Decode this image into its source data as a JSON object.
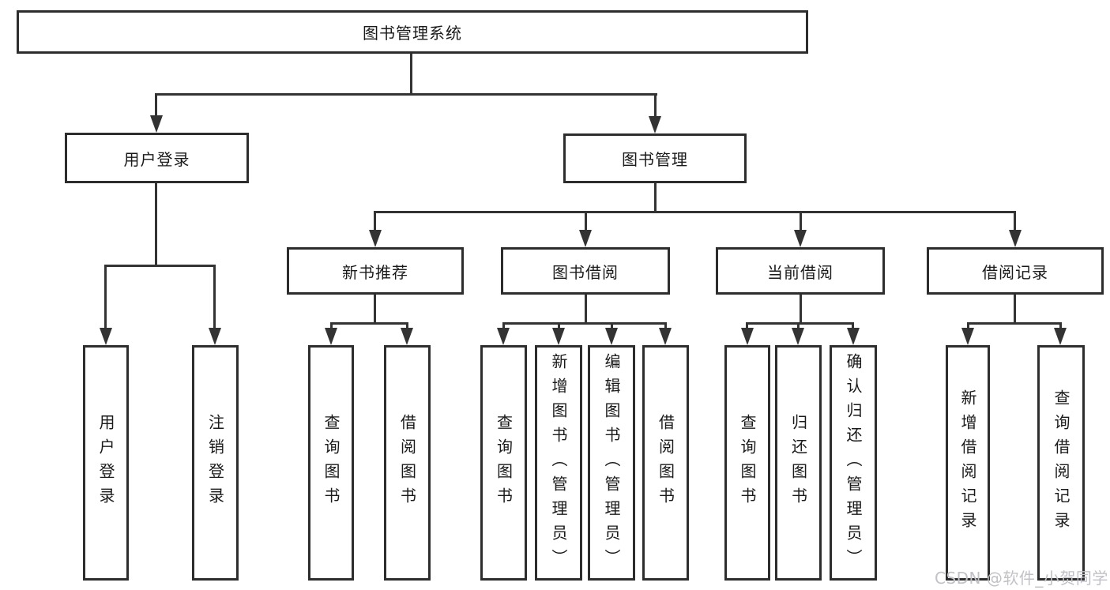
{
  "diagram": {
    "root": {
      "label": "图书管理系统"
    },
    "branches": [
      {
        "label": "用户登录",
        "children": [
          {
            "label": "用户登录"
          },
          {
            "label": "注销登录"
          }
        ]
      },
      {
        "label": "图书管理",
        "children": [
          {
            "label": "新书推荐",
            "children": [
              {
                "label": "查询图书"
              },
              {
                "label": "借阅图书"
              }
            ]
          },
          {
            "label": "图书借阅",
            "children": [
              {
                "label": "查询图书"
              },
              {
                "label": "新增图书（管理员）"
              },
              {
                "label": "编辑图书（管理员）"
              },
              {
                "label": "借阅图书"
              }
            ]
          },
          {
            "label": "当前借阅",
            "children": [
              {
                "label": "查询图书"
              },
              {
                "label": "归还图书"
              },
              {
                "label": "确认归还（管理员）"
              }
            ]
          },
          {
            "label": "借阅记录",
            "children": [
              {
                "label": "新增借阅记录"
              },
              {
                "label": "查询借阅记录"
              }
            ]
          }
        ]
      }
    ]
  },
  "watermark": {
    "text": "CSDN @软件_小贺同学"
  },
  "colors": {
    "line": "#333333",
    "border": "#2d2d2d",
    "text": "#1a1a1a",
    "background": "#ffffff",
    "watermark": "#c1c1c7"
  }
}
